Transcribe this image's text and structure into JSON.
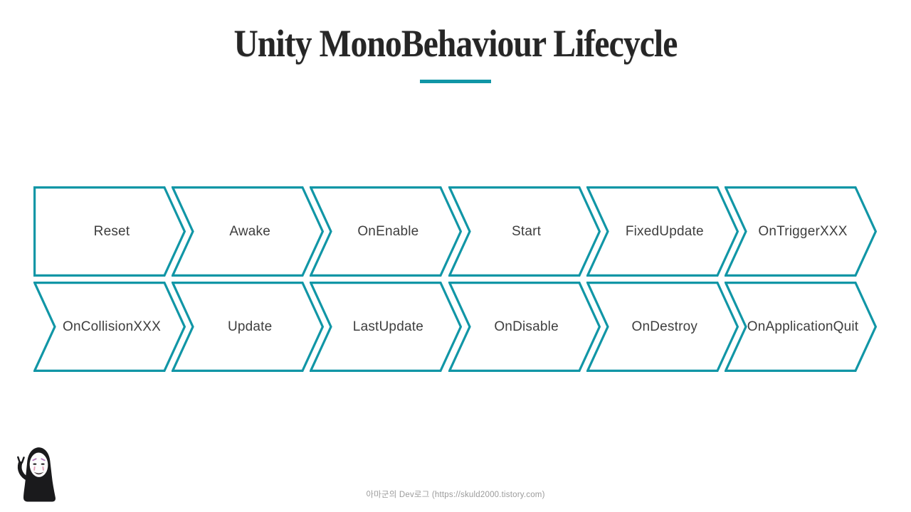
{
  "title": "Unity MonoBehaviour Lifecycle",
  "accent_color": "#1196A6",
  "diagram": {
    "rows": [
      {
        "name": "lifecycle-row-1",
        "stages": [
          "Reset",
          "Awake",
          "OnEnable",
          "Start",
          "FixedUpdate",
          "OnTriggerXXX"
        ]
      },
      {
        "name": "lifecycle-row-2",
        "stages": [
          "OnCollisionXXX",
          "Update",
          "LastUpdate",
          "OnDisable",
          "OnDestroy",
          "OnApplicationQuit"
        ]
      }
    ]
  },
  "footer": {
    "credit": "아마군의 Dev로그 (https://skuld2000.tistory.com)"
  },
  "mascot": {
    "icon": "no-face-character"
  }
}
